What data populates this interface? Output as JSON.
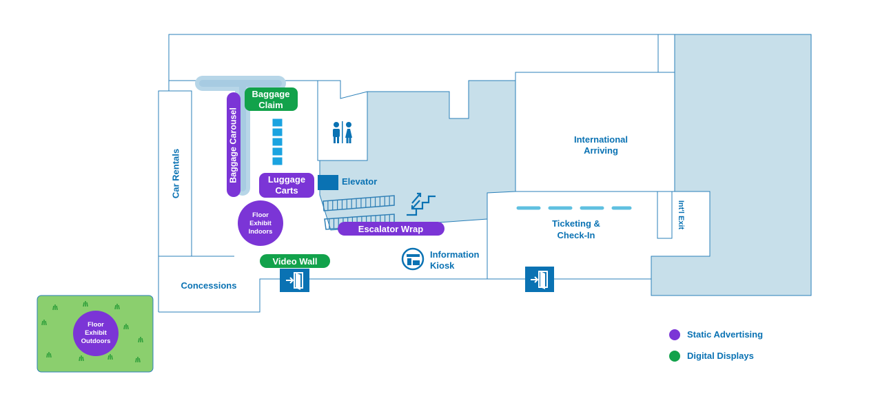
{
  "colors": {
    "wall": "#2a7fb8",
    "shade": "#c7dfea",
    "carousel": "#b7d6e8",
    "static": "#7b35d6",
    "digital": "#12a24b",
    "icon": "#0a72b3",
    "text": "#0a72b3",
    "escalator": "#2f7fb5",
    "ticket_line": "#5fc0e0",
    "grass": "#8bcf6e",
    "grass_tuft": "#2e9e3a"
  },
  "areas": {
    "car_rentals": "Car Rentals",
    "concessions": "Concessions",
    "elevator": "Elevator",
    "information_kiosk": [
      "Information",
      "Kiosk"
    ],
    "international_arriving": [
      "International",
      "Arriving"
    ],
    "ticketing": [
      "Ticketing &",
      "Check-In"
    ],
    "intl_exit": "Int'l Exit"
  },
  "ad_spots": {
    "baggage_claim": [
      "Baggage",
      "Claim"
    ],
    "baggage_carousel": "Baggage Carousel",
    "luggage_carts": [
      "Luggage",
      "Carts"
    ],
    "floor_exhibit_indoors": [
      "Floor",
      "Exhibit",
      "Indoors"
    ],
    "escalator_wrap": "Escalator Wrap",
    "video_wall": "Video Wall",
    "floor_exhibit_outdoors": [
      "Floor",
      "Exhibit",
      "Outdoors"
    ]
  },
  "icons": {
    "restroom": "restroom-icon",
    "elevator": "elevator-icon",
    "stairs": "stairs-icon",
    "kiosk": "information-kiosk-icon",
    "exit": "exit-door-icon"
  },
  "legend": {
    "static": "Static Advertising",
    "digital": "Digital Displays"
  }
}
